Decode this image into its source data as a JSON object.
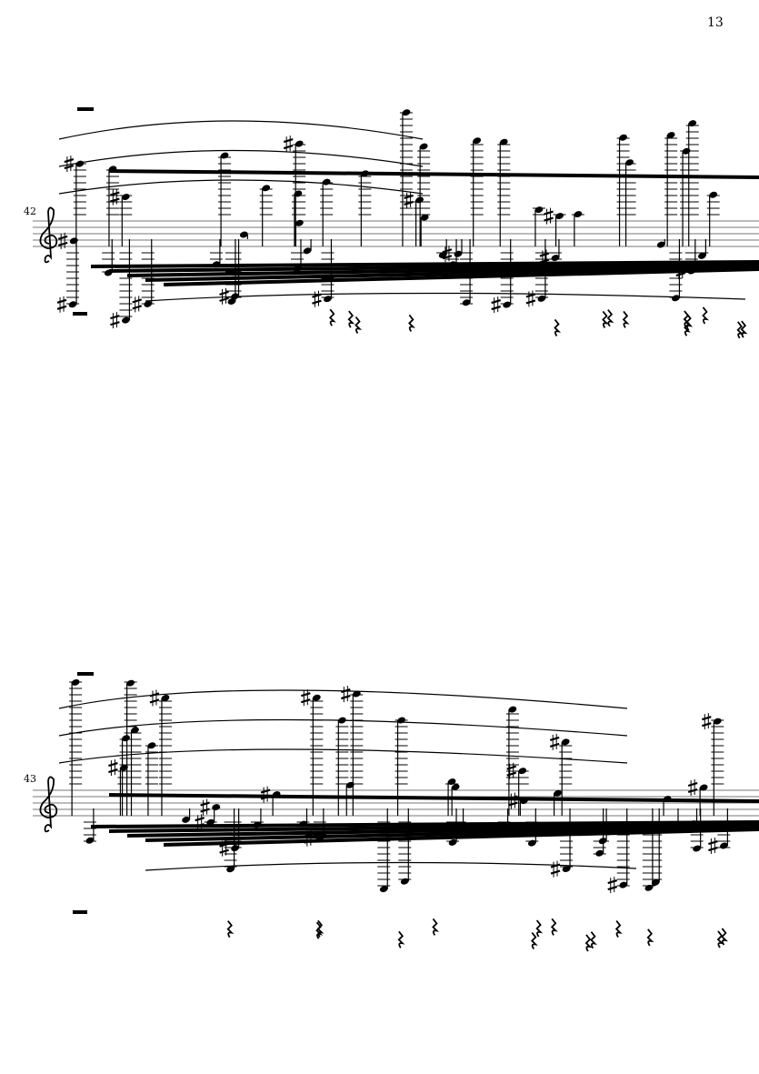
{
  "page": {
    "number": "13"
  },
  "systems": [
    {
      "measure_number": "42",
      "clef": "treble"
    },
    {
      "measure_number": "43",
      "clef": "treble"
    }
  ],
  "colors": {
    "ink": "#000000",
    "staff": "#777777"
  }
}
